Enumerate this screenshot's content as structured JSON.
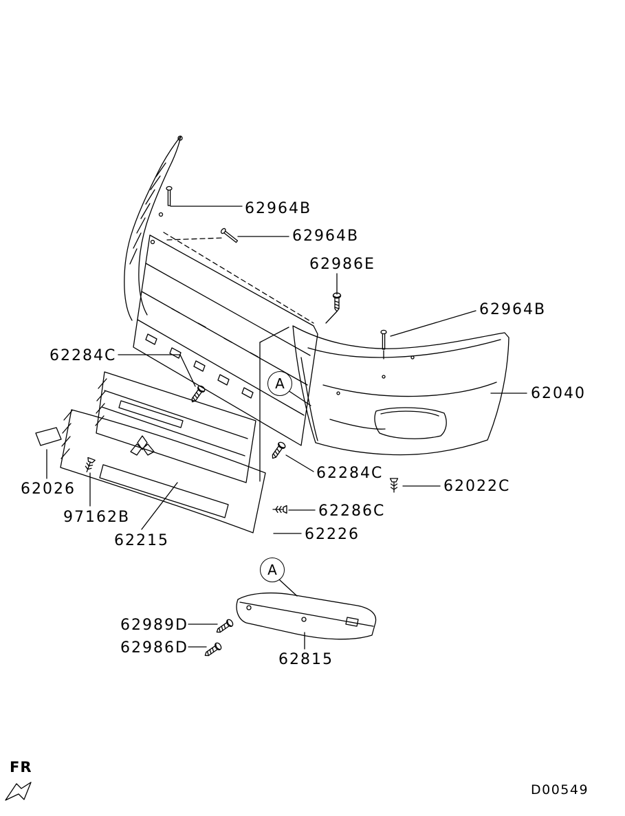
{
  "colors": {
    "ink": "#000000",
    "background": "#ffffff"
  },
  "diagram": {
    "drawing_code": "D00549",
    "orientation_label": "FR",
    "part_labels": [
      {
        "text": "62964B"
      },
      {
        "text": "62964B"
      },
      {
        "text": "62986E"
      },
      {
        "text": "62964B"
      },
      {
        "text": "62284C"
      },
      {
        "text": "62040"
      },
      {
        "text": "62026"
      },
      {
        "text": "97162B"
      },
      {
        "text": "62215"
      },
      {
        "text": "62284C"
      },
      {
        "text": "62022C"
      },
      {
        "text": "62286C"
      },
      {
        "text": "62226"
      },
      {
        "text": "62989D"
      },
      {
        "text": "62986D"
      },
      {
        "text": "62815"
      }
    ],
    "view_markers": [
      {
        "text": "A"
      },
      {
        "text": "A"
      }
    ]
  }
}
